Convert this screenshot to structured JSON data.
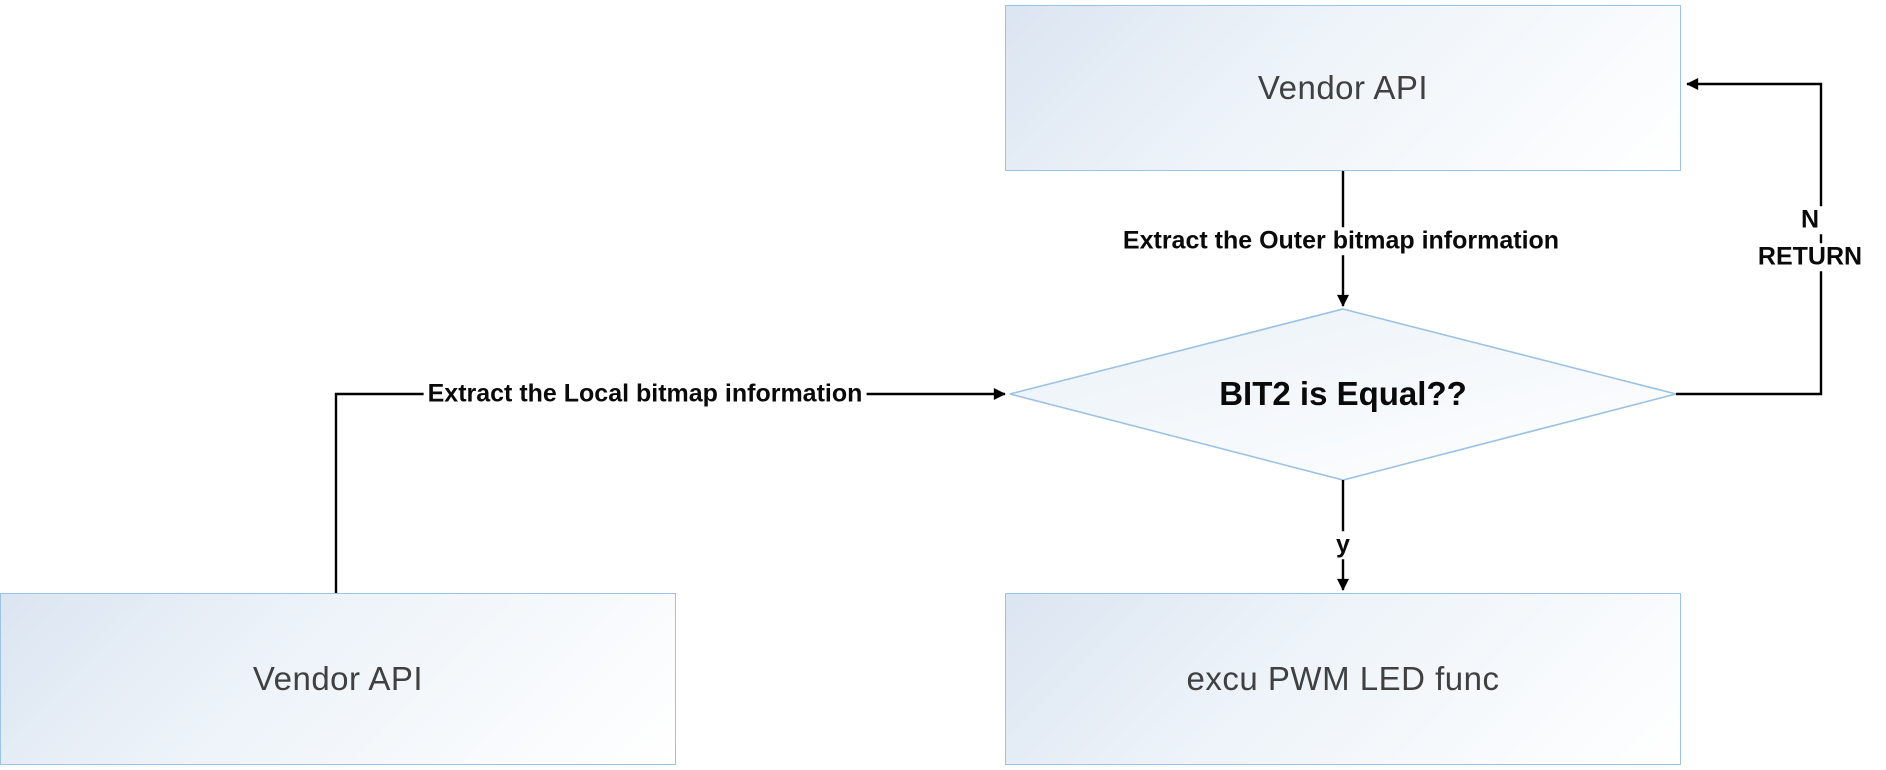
{
  "diagram": {
    "nodes": {
      "vendor_api_top": {
        "label": "Vendor API",
        "type": "process"
      },
      "decision": {
        "label": "BIT2 is Equal??",
        "type": "decision"
      },
      "excu_pwm_led": {
        "label": "excu PWM LED func",
        "type": "process"
      },
      "vendor_api_bottom_left": {
        "label": "Vendor API",
        "type": "process"
      }
    },
    "edge_labels": {
      "outer_bitmap": "Extract the Outer bitmap information",
      "local_bitmap": "Extract the Local bitmap information",
      "yes": "y",
      "no": "N",
      "return": "RETURN"
    },
    "colors": {
      "node_border": "#9cc2e5",
      "node_fill_start": "#dbe5f1",
      "node_fill_end": "#ffffff",
      "connector": "#000000",
      "node_text": "#404040",
      "label_text": "#0a0a0a"
    }
  }
}
